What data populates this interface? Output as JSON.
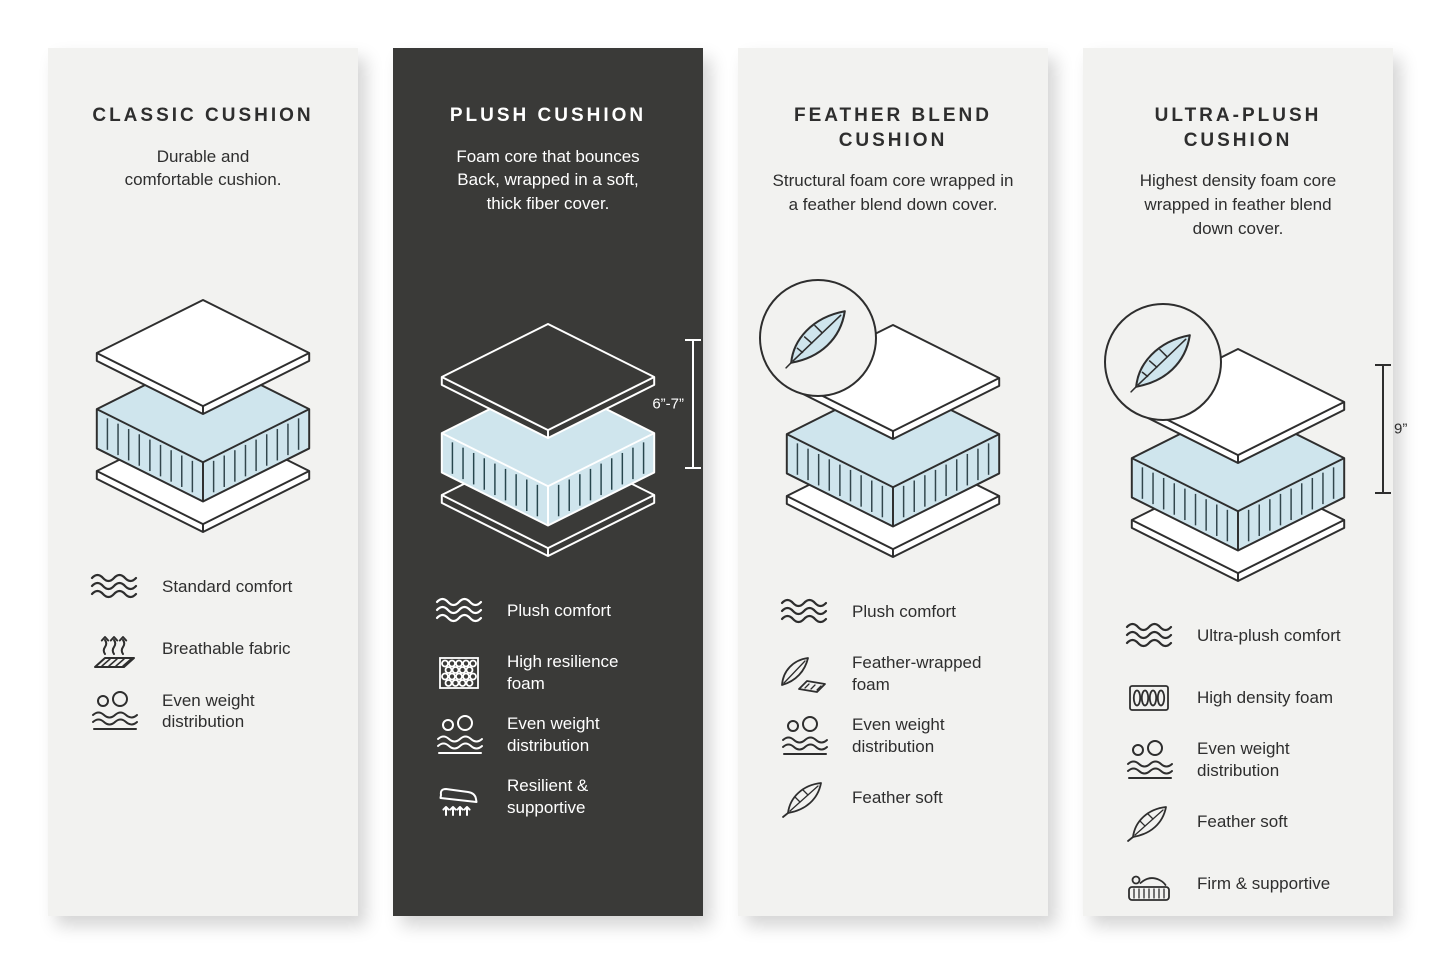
{
  "colors": {
    "page_bg": "#ffffff",
    "light_panel_bg": "#f2f2f0",
    "dark_panel_bg": "#3a3a38",
    "line": "#2e2e2e",
    "foam_blue": "#cfe5ed"
  },
  "panels": [
    {
      "title": "CLASSIC CUSHION",
      "description": "Durable and\ncomfortable cushion.",
      "diagram": {
        "layers": [
          "cover-plate",
          "foam-core",
          "base-plate"
        ]
      },
      "features": [
        {
          "icon": "waves-icon",
          "label": "Standard comfort"
        },
        {
          "icon": "breathable-icon",
          "label": "Breathable fabric"
        },
        {
          "icon": "weight-distribution-icon",
          "label": "Even weight\ndistribution"
        }
      ]
    },
    {
      "title": "PLUSH CUSHION",
      "description": "Foam core that bounces\nBack, wrapped in a soft,\nthick fiber cover.",
      "diagram": {
        "layers": [
          "cover-plate",
          "foam-core",
          "base-plate"
        ]
      },
      "measure_label": "6”-7”",
      "features": [
        {
          "icon": "waves-icon",
          "label": "Plush comfort"
        },
        {
          "icon": "foam-cells-icon",
          "label": "High resilience\nfoam"
        },
        {
          "icon": "weight-distribution-icon",
          "label": "Even weight\ndistribution"
        },
        {
          "icon": "resilient-icon",
          "label": "Resilient &\nsupportive"
        }
      ]
    },
    {
      "title": "FEATHER BLEND\nCUSHION",
      "description": "Structural foam core wrapped in\na feather blend down cover.",
      "diagram": {
        "layers": [
          "cover-plate",
          "foam-core",
          "base-plate"
        ],
        "badge": "feather"
      },
      "features": [
        {
          "icon": "waves-icon",
          "label": "Plush comfort"
        },
        {
          "icon": "feather-foam-icon",
          "label": "Feather-wrapped\nfoam"
        },
        {
          "icon": "weight-distribution-icon",
          "label": "Even weight\ndistribution"
        },
        {
          "icon": "feather-icon",
          "label": "Feather soft"
        }
      ]
    },
    {
      "title": "ULTRA-PLUSH\nCUSHION",
      "description": "Highest density foam core\nwrapped in feather blend\ndown cover.",
      "diagram": {
        "layers": [
          "cover-plate",
          "foam-core",
          "base-plate"
        ],
        "badge": "feather"
      },
      "measure_label": "9”",
      "features": [
        {
          "icon": "waves-icon",
          "label": "Ultra-plush comfort"
        },
        {
          "icon": "density-foam-icon",
          "label": "High density foam"
        },
        {
          "icon": "weight-distribution-icon",
          "label": "Even weight\ndistribution"
        },
        {
          "icon": "feather-icon",
          "label": "Feather soft"
        },
        {
          "icon": "firm-icon",
          "label": "Firm & supportive"
        }
      ]
    }
  ]
}
